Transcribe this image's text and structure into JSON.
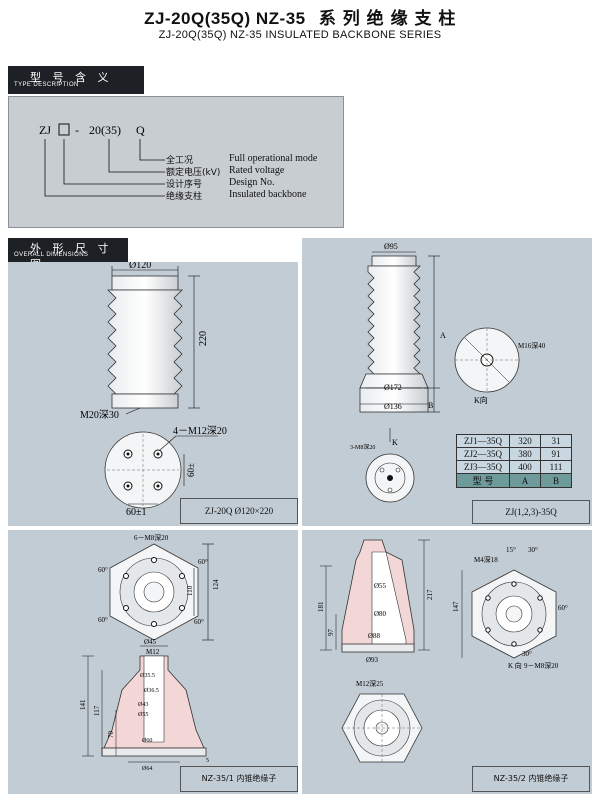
{
  "title": {
    "model": "ZJ-20Q(35Q)  NZ-35",
    "cn": "系 列 绝 缘 支 柱",
    "sub": "ZJ-20Q(35Q)   NZ-35   INSULATED BACKBONE SERIES"
  },
  "type_header": {
    "cn": "型 号 含 义",
    "en": "TYPE DESCRIPTION"
  },
  "type_code": {
    "p1": "ZJ",
    "p2": "□",
    "p3": "-",
    "p4": "20(35)",
    "p5": "Q"
  },
  "type_items": [
    {
      "cn": "全工况",
      "en": "Full operational mode"
    },
    {
      "cn": "额定电压(kV)",
      "en": "Rated voltage"
    },
    {
      "cn": "设计序号",
      "en": "Design No."
    },
    {
      "cn": "绝缘支柱",
      "en": "Insulated backbone"
    }
  ],
  "dim_header": {
    "cn": "外 形 尺 寸 图",
    "en": "OVERALL DIMENSIONS"
  },
  "panel1": {
    "dia": "Ø120",
    "height": "220",
    "thread": "M20深30",
    "holes": "4－M12深20",
    "pitch_v": "60±",
    "pitch_h": "60±1",
    "caption": "ZJ-20Q    Ø120×220"
  },
  "panel2": {
    "top": "Ø95",
    "a": "A",
    "b": "B",
    "d1": "Ø172",
    "d2": "Ø136",
    "m16": "M16深40",
    "k": "K向",
    "k2": "K",
    "m": "3-M8深20",
    "caption": "ZJ(1,2,3)-35Q",
    "table": [
      [
        "ZJ1—35Q",
        "320",
        "31"
      ],
      [
        "ZJ2—35Q",
        "380",
        "91"
      ],
      [
        "ZJ3—35Q",
        "400",
        "111"
      ],
      [
        "型    号",
        "A",
        "B"
      ]
    ]
  },
  "panel3": {
    "m8": "6－M8深20",
    "a60a": "60°",
    "a60b": "60°",
    "a60c": "60°",
    "a60d": "60°",
    "w124": "124",
    "w110": "110",
    "d45": "Ø45",
    "m12": "M12",
    "d35": "Ø35.5",
    "d365": "Ø36.5",
    "d43": "Ø43",
    "d55": "Ø55",
    "d60": "Ø60",
    "d64": "Ø64",
    "h141": "141",
    "h117": "117",
    "h70": "70",
    "h5": "5",
    "caption": "NZ-35/1  内锥绝缘子"
  },
  "panel4": {
    "h181": "181",
    "h97": "97",
    "h217": "217",
    "d55": "Ø55",
    "d80": "Ø80",
    "d88": "Ø88",
    "d93": "Ø93",
    "m4": "M4深18",
    "a15": "15°",
    "a30a": "30°",
    "a30b": "30°",
    "a60": "60°",
    "w147": "147",
    "m9": "9－M8深20",
    "k": "K 向",
    "m12": "M12深25",
    "caption": "NZ-35/2  内锥绝缘子"
  }
}
